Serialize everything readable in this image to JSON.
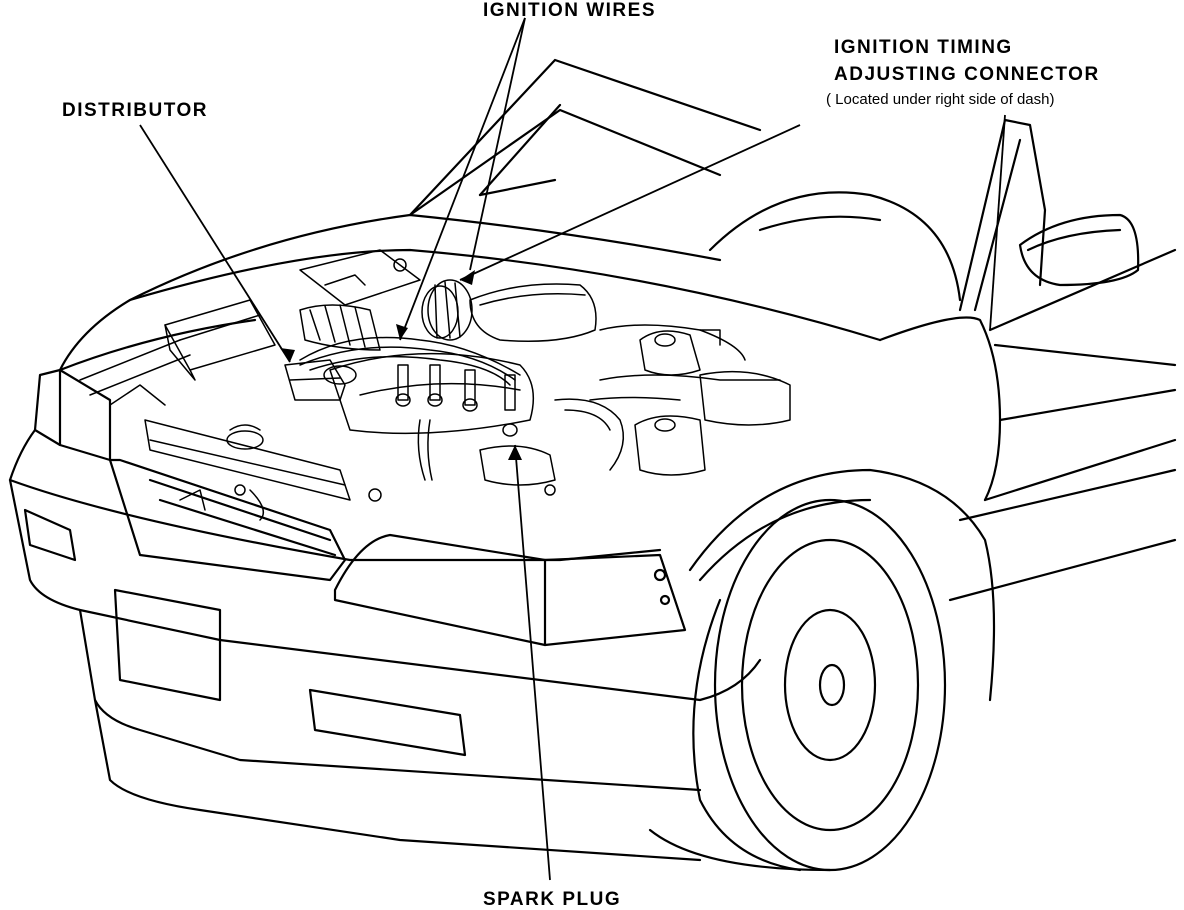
{
  "labels": {
    "ignition_wires": "IGNITION WIRES",
    "ignition_timing_line1": "IGNITION TIMING",
    "ignition_timing_line2": "ADJUSTING CONNECTOR",
    "ignition_timing_note": "( Located under right side of dash)",
    "distributor": "DISTRIBUTOR",
    "spark_plug": "SPARK PLUG"
  },
  "colors": {
    "line": "#000000",
    "background": "#ffffff"
  }
}
